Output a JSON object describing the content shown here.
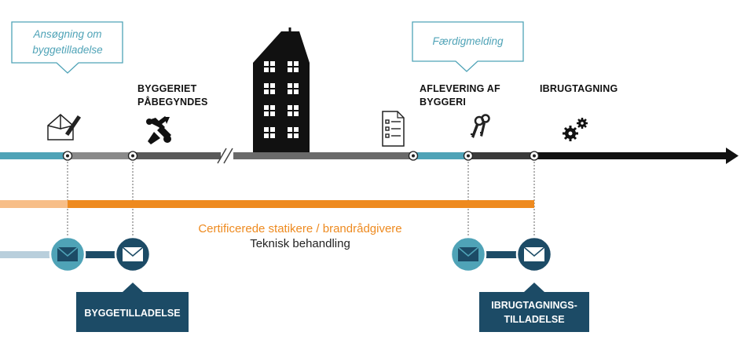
{
  "callouts": {
    "application": "Ansøgning om byggetilladelse",
    "completion": "Færdigmelding"
  },
  "phases": {
    "construction_start": [
      "BYGGERIET",
      "PÅBEGYNDES"
    ],
    "handover": [
      "AFLEVERING AF",
      "BYGGERI"
    ],
    "commissioning": [
      "IBRUGTAGNING"
    ]
  },
  "labels": {
    "certified": "Certificerede statikere / brandrådgivere",
    "technical": "Teknisk behandling"
  },
  "permits": {
    "building_permit": "BYGGETILLADELSE",
    "usage_permit": [
      "IBRUGTAGNINGS-",
      "TILLADELSE"
    ]
  },
  "icons": {
    "sketch": "house-sketch-icon",
    "tools": "hammer-wrench-icon",
    "building": "apartment-building-icon",
    "document": "checklist-document-icon",
    "keys": "keys-icon",
    "gears": "gears-icon",
    "mail": "envelope-icon"
  },
  "colors": {
    "teal": "#4fa3b7",
    "light_teal": "#b9cfdc",
    "navy": "#1c4b66",
    "orange": "#ee8a1f",
    "light_orange": "#f7be88",
    "gray": "#8a8a8a",
    "dark_gray": "#5a5a5a",
    "black": "#111111"
  }
}
